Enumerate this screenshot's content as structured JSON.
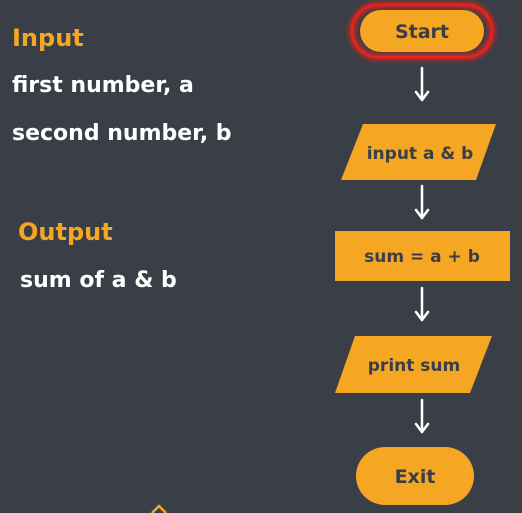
{
  "info": {
    "input_title": "Input",
    "input_lines": [
      "first number, a",
      "second number, b"
    ],
    "output_title": "Output",
    "output_lines": [
      "sum of a & b"
    ]
  },
  "flowchart": {
    "nodes": [
      {
        "id": "start",
        "shape": "terminal",
        "label": "Start",
        "highlighted": true
      },
      {
        "id": "input",
        "shape": "parallelogram",
        "label": "input a & b"
      },
      {
        "id": "process",
        "shape": "rectangle",
        "label": "sum = a + b"
      },
      {
        "id": "output",
        "shape": "parallelogram",
        "label": "print sum"
      },
      {
        "id": "exit",
        "shape": "terminal",
        "label": "Exit"
      }
    ],
    "edges": [
      {
        "from": "start",
        "to": "input"
      },
      {
        "from": "input",
        "to": "process"
      },
      {
        "from": "process",
        "to": "output"
      },
      {
        "from": "output",
        "to": "exit"
      }
    ]
  },
  "colors": {
    "background": "#3a3f47",
    "node_fill": "#f5a623",
    "highlight": "#e8221b",
    "text_light": "#ffffff",
    "text_dark": "#3a3f47"
  }
}
